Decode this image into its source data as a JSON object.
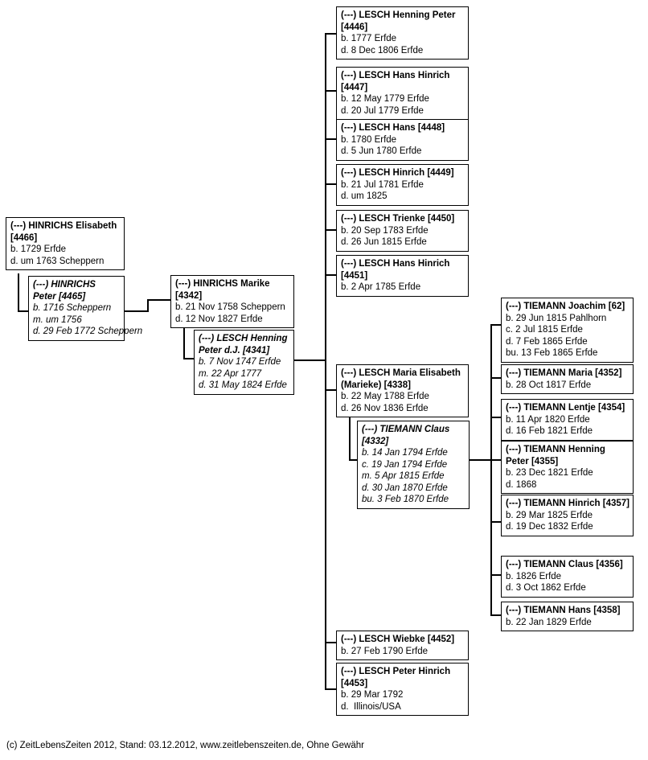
{
  "footer": {
    "text": "(c) ZeitLebensZeiten 2012, Stand: 03.12.2012, www.zeitlebenszeiten.de, Ohne Gewähr"
  },
  "nodes": {
    "hinrichs_elisabeth": {
      "name": "(---) HINRICHS Elisabeth [4466]",
      "events": [
        "b. 1729 Erfde",
        "d. um 1763 Scheppern"
      ]
    },
    "hinrichs_peter": {
      "name": "(---) HINRICHS Peter [4465]",
      "events": [
        "b. 1716 Scheppern",
        "m. um 1756",
        "d. 29 Feb 1772 Scheppern"
      ]
    },
    "hinrichs_marike": {
      "name": "(---) HINRICHS Marike [4342]",
      "events": [
        "b. 21 Nov 1758 Scheppern",
        "d. 12 Nov 1827 Erfde"
      ]
    },
    "lesch_henning_peter_dj": {
      "name": "(---) LESCH Henning Peter d.J. [4341]",
      "events": [
        "b. 7 Nov 1747 Erfde",
        "m. 22 Apr 1777",
        "d. 31 May 1824 Erfde"
      ]
    },
    "lesch_henning_peter": {
      "name": "(---) LESCH Henning Peter [4446]",
      "events": [
        "b. 1777 Erfde",
        "d. 8 Dec 1806 Erfde"
      ]
    },
    "lesch_hans_hinrich_4447": {
      "name": "(---) LESCH Hans Hinrich [4447]",
      "events": [
        "b. 12 May 1779 Erfde",
        "d. 20 Jul 1779 Erfde"
      ]
    },
    "lesch_hans_4448": {
      "name": "(---) LESCH Hans [4448]",
      "events": [
        "b. 1780 Erfde",
        "d. 5 Jun 1780 Erfde"
      ]
    },
    "lesch_hinrich_4449": {
      "name": "(---) LESCH Hinrich [4449]",
      "events": [
        "b. 21 Jul 1781 Erfde",
        "d. um 1825"
      ]
    },
    "lesch_trienke_4450": {
      "name": "(---) LESCH Trienke [4450]",
      "events": [
        "b. 20 Sep 1783 Erfde",
        "d. 26 Jun 1815 Erfde"
      ]
    },
    "lesch_hans_hinrich_4451": {
      "name": "(---) LESCH Hans Hinrich [4451]",
      "events": [
        "b. 2 Apr 1785 Erfde"
      ]
    },
    "lesch_maria_elisabeth": {
      "name": "(---) LESCH Maria Elisabeth (Marieke) [4338]",
      "events": [
        "b. 22 May 1788 Erfde",
        "d. 26 Nov 1836 Erfde"
      ]
    },
    "tiemann_claus_4332": {
      "name": "(---) TIEMANN Claus [4332]",
      "events": [
        "b. 14 Jan 1794 Erfde",
        "c. 19 Jan 1794 Erfde",
        "m. 5 Apr 1815 Erfde",
        "d. 30 Jan 1870 Erfde",
        "bu. 3 Feb 1870 Erfde"
      ]
    },
    "lesch_wiebke_4452": {
      "name": "(---) LESCH Wiebke [4452]",
      "events": [
        "b. 27 Feb 1790 Erfde"
      ]
    },
    "lesch_peter_hinrich_4453": {
      "name": "(---) LESCH Peter Hinrich [4453]",
      "events": [
        "b. 29 Mar 1792",
        "d.  Illinois/USA"
      ]
    },
    "tiemann_joachim_62": {
      "name": "(---) TIEMANN Joachim [62]",
      "events": [
        "b. 29 Jun 1815 Pahlhorn",
        "c. 2 Jul 1815 Erfde",
        "d. 7 Feb 1865 Erfde",
        "bu. 13 Feb 1865 Erfde"
      ]
    },
    "tiemann_maria_4352": {
      "name": "(---) TIEMANN Maria [4352]",
      "events": [
        "b. 28 Oct 1817 Erfde"
      ]
    },
    "tiemann_lentje_4354": {
      "name": "(---) TIEMANN Lentje [4354]",
      "events": [
        "b. 11 Apr 1820 Erfde",
        "d. 16 Feb 1821 Erfde"
      ]
    },
    "tiemann_henning_peter_4355": {
      "name": "(---) TIEMANN Henning Peter [4355]",
      "events": [
        "b. 23 Dec 1821 Erfde",
        "d. 1868"
      ]
    },
    "tiemann_hinrich_4357": {
      "name": "(---) TIEMANN Hinrich [4357]",
      "events": [
        "b. 29 Mar 1825 Erfde",
        "d. 19 Dec 1832 Erfde"
      ]
    },
    "tiemann_claus_4356": {
      "name": "(---) TIEMANN Claus [4356]",
      "events": [
        "b. 1826 Erfde",
        "d. 3 Oct 1862 Erfde"
      ]
    },
    "tiemann_hans_4358": {
      "name": "(---) TIEMANN Hans [4358]",
      "events": [
        "b. 22 Jan 1829 Erfde"
      ]
    }
  }
}
